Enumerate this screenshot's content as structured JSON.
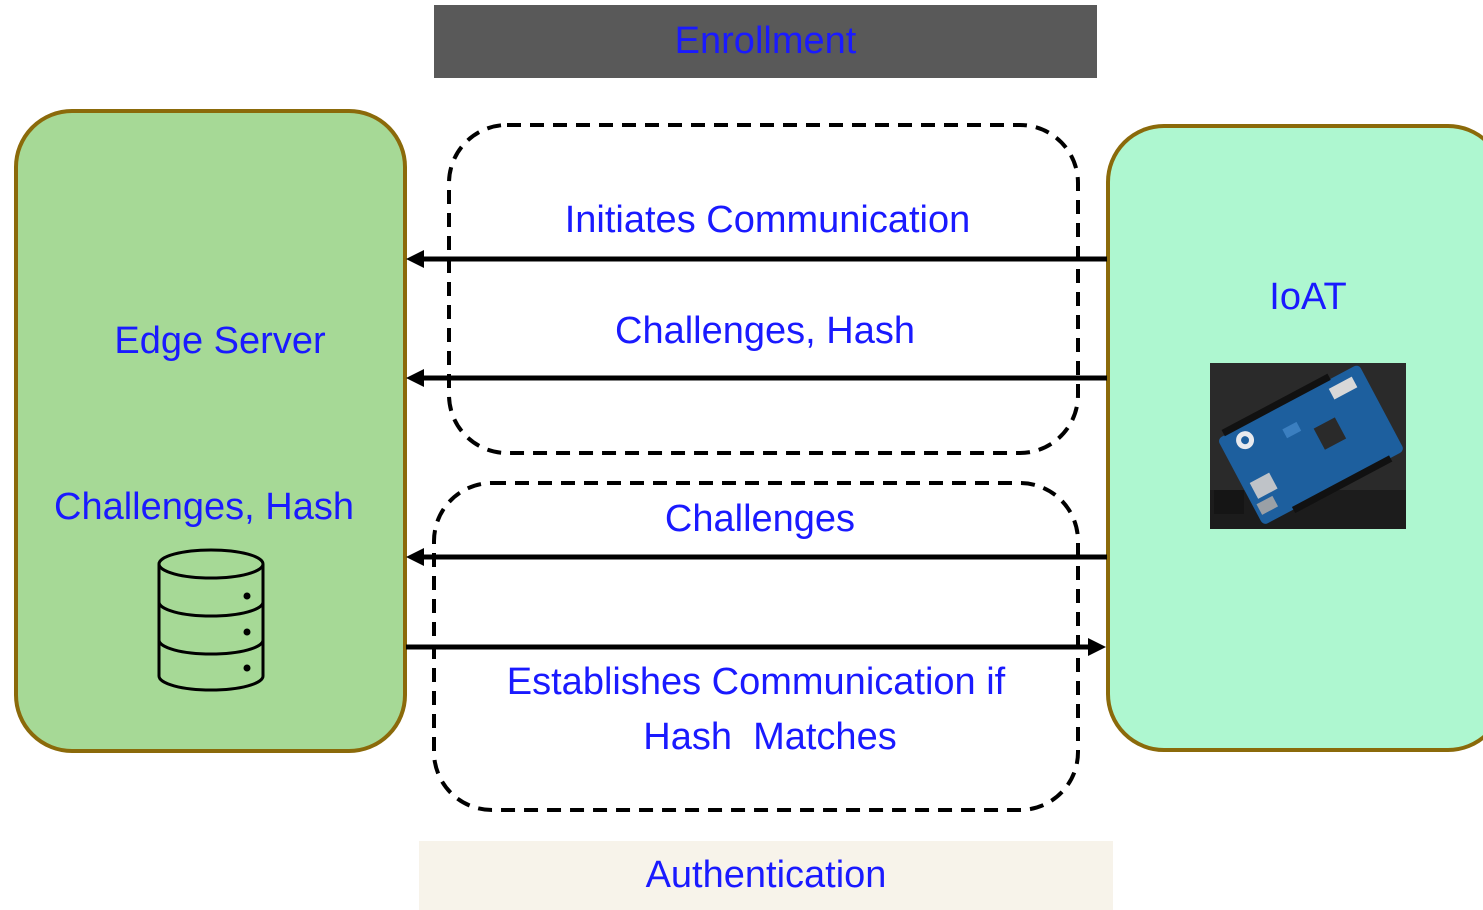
{
  "enrollment_label": "Enrollment",
  "authentication_label": "Authentication",
  "edge_server": {
    "title": "Edge Server",
    "storage_label": "Challenges, Hash",
    "storage_icon": "database-icon"
  },
  "ioat": {
    "title": "IoAT",
    "image": "arduino-board-photo"
  },
  "messages": {
    "initiates": "Initiates Communication",
    "challenges_hash": "Challenges, Hash",
    "challenges": "Challenges",
    "establishes_line1": "Establishes Communication if",
    "establishes_line2": "Hash  Matches"
  },
  "colors": {
    "edge_fill": "#a6d996",
    "ioat_fill": "#aef7d0",
    "border": "#8b6a0a",
    "text": "#1a1aff",
    "enrollment_bg": "#595959",
    "authentication_bg": "#f7f3ea"
  }
}
